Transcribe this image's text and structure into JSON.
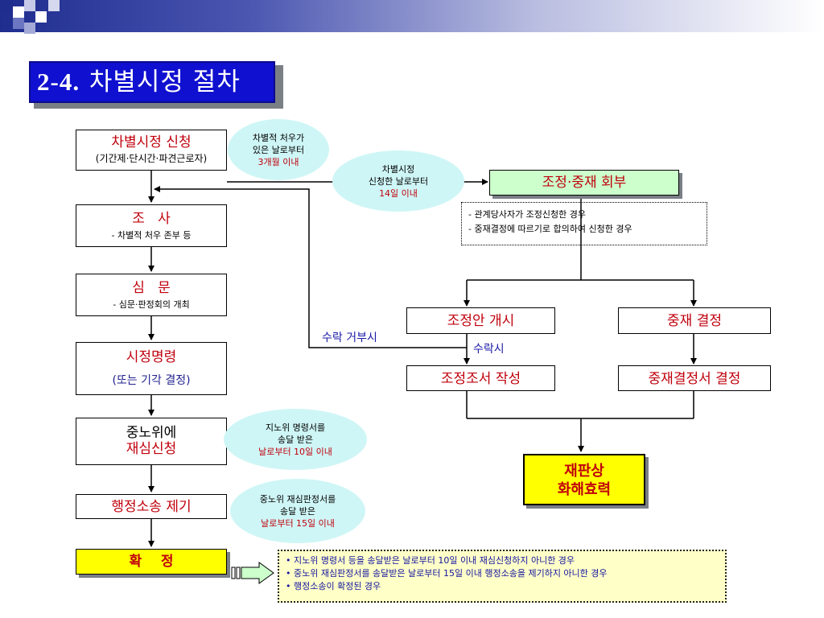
{
  "title": {
    "number": "2-4.",
    "text": "차별시정 절차"
  },
  "left_flow": {
    "apply": {
      "title": "차별시정 신청",
      "sub": "(기간제·단시간·파견근로자)"
    },
    "investigate": {
      "title": "조   사",
      "sub": "- 차별적 처우 존부 등"
    },
    "hearing": {
      "title": "심   문",
      "sub": "- 심문·판정회의 개최"
    },
    "order": {
      "title": "시정명령",
      "sub": "(또는 기각 결정)"
    },
    "appeal": {
      "line1": "중노위에",
      "line2": "재심신청"
    },
    "lawsuit": {
      "title": "행정소송 제기"
    },
    "final": {
      "title": "확    정"
    }
  },
  "bubbles": {
    "b1": {
      "line1": "차별적 처우가",
      "line2": "있은 날로부터",
      "line3": "3개월 이내"
    },
    "b2": {
      "line1": "차별시정",
      "line2": "신청한 날로부터",
      "line3": "14일 이내"
    },
    "b3": {
      "line1": "지노위 명령서를",
      "line2": "송달 받은",
      "line3": "날로부터 10일 이내"
    },
    "b4": {
      "line1": "중노위 재심판정서를",
      "line2": "송달 받은",
      "line3": "날로부터 15일 이내"
    }
  },
  "right_flow": {
    "referral": "조정·중재 회부",
    "referral_notes": [
      "- 관계당사자가 조정신청한 경우",
      "- 중재결정에 따르기로 합의하여 신청한 경우"
    ],
    "mediation_start": "조정안 개시",
    "mediation_doc": "조정조서 작성",
    "arbitration": "중재 결정",
    "arbitration_doc": "중재결정서 결정",
    "result_line1": "재판상",
    "result_line2": "화해효력",
    "label_reject": "수락 거부시",
    "label_accept": "수락시"
  },
  "bottom_notes": [
    "• 지노위 명령서 등을 송달받은 날로부터 10일 이내 재심신청하지 아니한 경우",
    "• 중노위 재심판정서를 송달받은 날로부터 15일 이내 행정소송을 제기하지 아니한 경우",
    "• 행정소송이 확정된 경우"
  ],
  "colors": {
    "header_blue": "#1f2d8f",
    "title_bg": "#1010d0",
    "accent_red": "#c0000c",
    "bubble_cyan": "#cff6f6",
    "referral_green": "#ccffcc",
    "highlight_yellow": "#ffff00"
  }
}
